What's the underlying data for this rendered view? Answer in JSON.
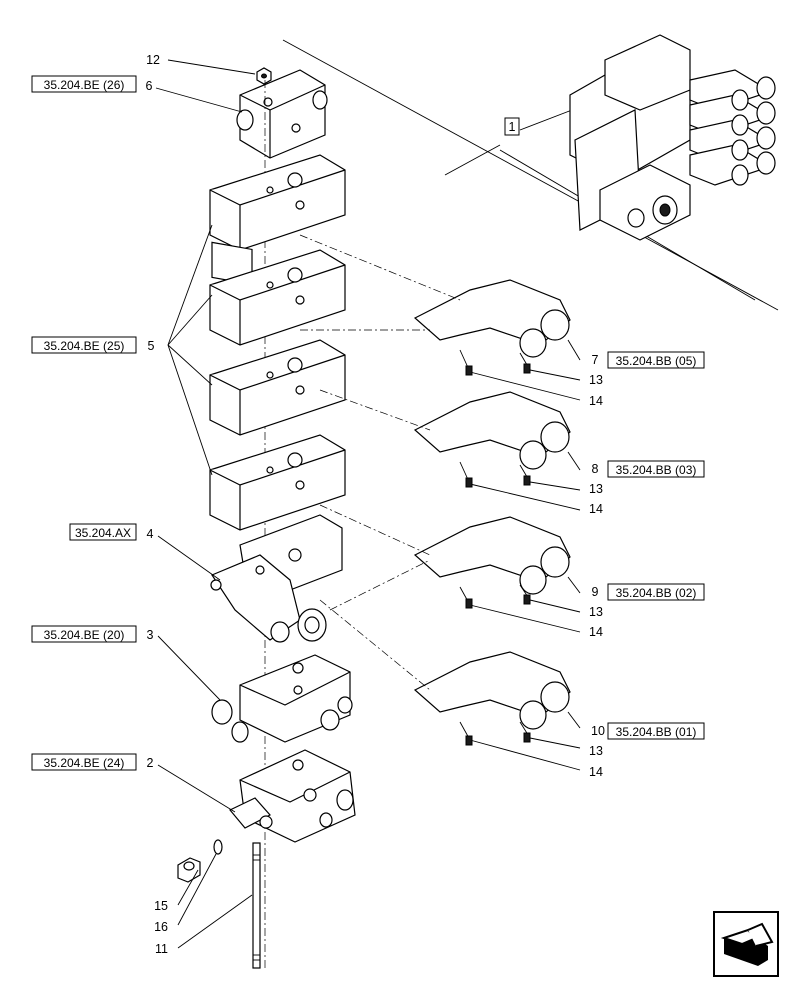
{
  "references": {
    "r6": "35.204.BE (26)",
    "r5": "35.204.BE (25)",
    "r4": "35.204.AX",
    "r3": "35.204.BE (20)",
    "r2": "35.204.BE (24)",
    "r7": "35.204.BB (05)",
    "r8": "35.204.BB (03)",
    "r9": "35.204.BB (02)",
    "r10": "35.204.BB (01)"
  },
  "callouts": {
    "n1": "1",
    "n2": "2",
    "n3": "3",
    "n4": "4",
    "n5": "5",
    "n6": "6",
    "n7": "7",
    "n8": "8",
    "n9": "9",
    "n10": "10",
    "n11": "11",
    "n12": "12",
    "n13a": "13",
    "n13b": "13",
    "n13c": "13",
    "n13d": "13",
    "n14a": "14",
    "n14b": "14",
    "n14c": "14",
    "n14d": "14",
    "n15": "15",
    "n16": "16"
  },
  "icons": {
    "nav": "next-page-arrow-icon"
  }
}
